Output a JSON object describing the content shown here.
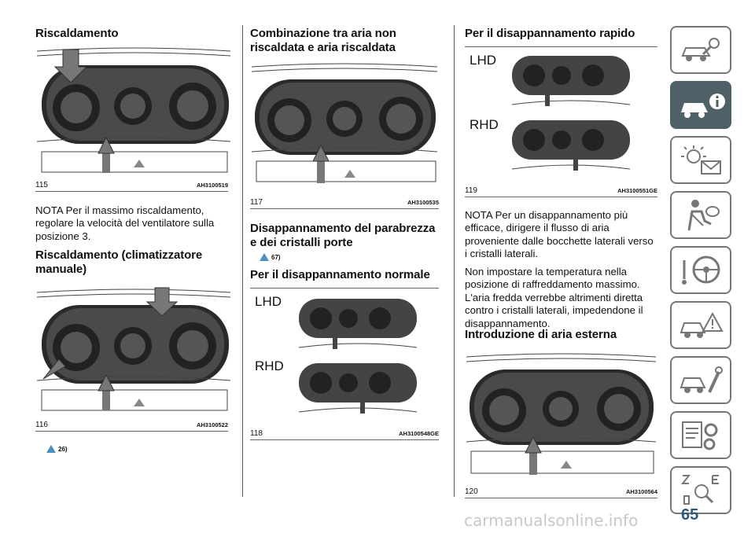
{
  "col1": {
    "heading1": "Riscaldamento",
    "fig115": {
      "num": "115",
      "code": "AH3100519"
    },
    "note1": "NOTA  Per il massimo riscaldamento, regolare la velocità del ventilatore sulla posizione 3.",
    "heading2": "Riscaldamento (climatizzatore manuale)",
    "fig116": {
      "num": "116",
      "code": "AH3100522"
    },
    "ref1": "26)"
  },
  "col2": {
    "heading1": "Combinazione tra aria non riscaldata e aria riscaldata",
    "fig117": {
      "num": "117",
      "code": "AH3100535"
    },
    "heading2": "Disappannamento del parabrezza e dei cristalli porte",
    "ref1": "67)",
    "heading3": "Per il disappannamento normale",
    "fig118": {
      "num": "118",
      "code": "AH3100548GE",
      "lhd": "LHD",
      "rhd": "RHD"
    }
  },
  "col3": {
    "heading1": "Per il disappannamento rapido",
    "fig119": {
      "num": "119",
      "code": "AH3100551GE",
      "lhd": "LHD",
      "rhd": "RHD"
    },
    "note1": "NOTA  Per un disappannamento più efficace, dirigere il flusso di aria proveniente dalle bocchette laterali verso i cristalli laterali.",
    "para1": "Non impostare la temperatura nella posizione di raffreddamento massimo. L'aria fredda verrebbe altrimenti diretta contro i cristalli laterali, impedendone il disappannamento.",
    "heading2": "Introduzione di aria esterna",
    "fig120": {
      "num": "120",
      "code": "AH3100564"
    }
  },
  "page_number": "65",
  "watermark": "carmanualsonline.info",
  "sidebar": {
    "tabs": [
      {
        "icon": "car-key-icon"
      },
      {
        "icon": "car-info-icon",
        "active": true
      },
      {
        "icon": "warning-lights-icon"
      },
      {
        "icon": "airbag-seatbelt-icon"
      },
      {
        "icon": "steering-wheel-icon"
      },
      {
        "icon": "car-warning-icon"
      },
      {
        "icon": "car-service-icon"
      },
      {
        "icon": "specs-gears-icon"
      },
      {
        "icon": "index-alphabet-icon"
      }
    ],
    "active_color": "#4e6167",
    "icon_color": "#777777"
  }
}
